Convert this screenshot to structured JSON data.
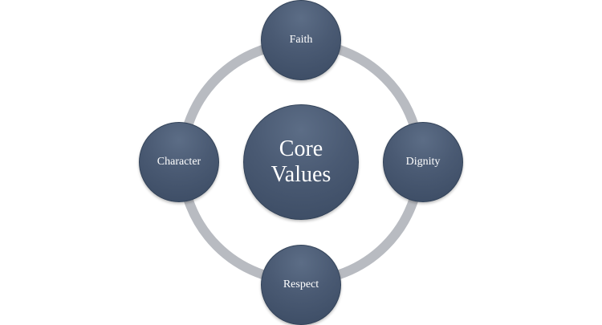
{
  "diagram": {
    "center_label": "Core Values",
    "center_lines": [
      "Core",
      "Values"
    ],
    "nodes": [
      {
        "label": "Faith"
      },
      {
        "label": "Dignity"
      },
      {
        "label": "Respect"
      },
      {
        "label": "Character"
      }
    ]
  },
  "colors": {
    "node_fill": "#4a5a73",
    "ring_stroke": "#b8bbc1",
    "text": "#ffffff",
    "background": "#ffffff"
  }
}
